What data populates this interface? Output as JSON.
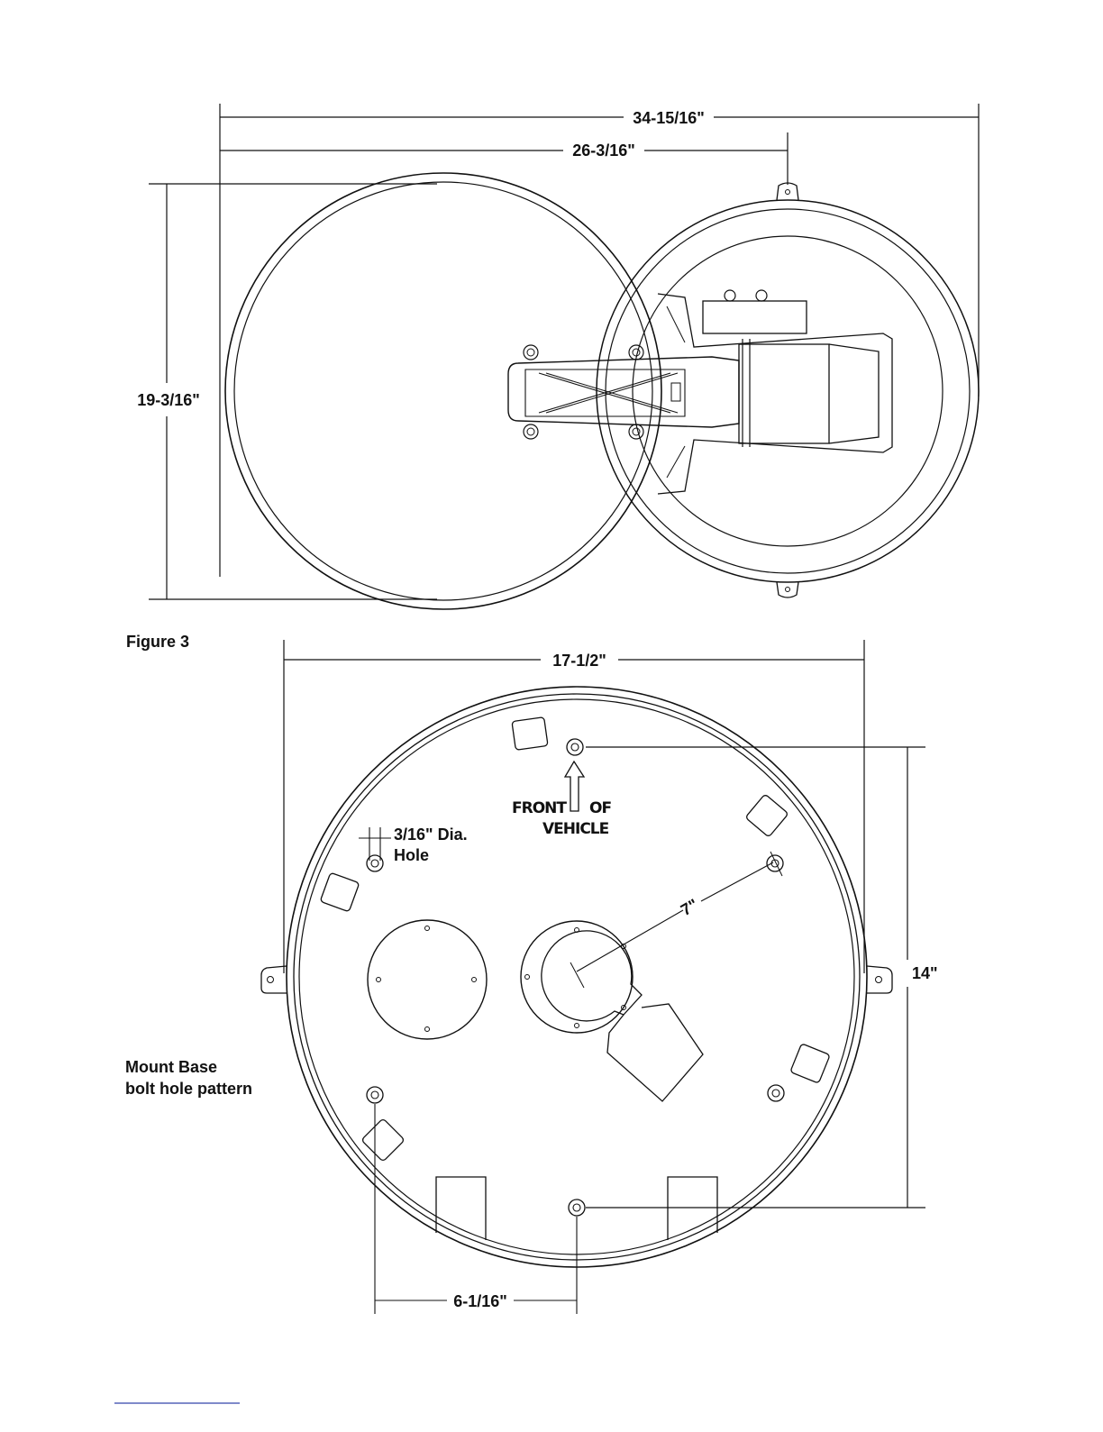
{
  "figure_caption": "Figure 3",
  "top_view": {
    "overall_width": "34-15/16\"",
    "mount_width": "26-3/16\"",
    "height": "19-3/16\""
  },
  "base_view": {
    "width": "17-1/2\"",
    "height": "14\"",
    "bolt_spacing": "6-1/16\"",
    "radius": "7\"",
    "hole_label": "3/16\"  Dia.",
    "hole_label_2": "Hole",
    "front_label_1": "FRONT",
    "front_label_2": "OF",
    "front_label_3": "VEHICLE",
    "caption_line1": "Mount Base",
    "caption_line2": "bolt hole pattern"
  }
}
